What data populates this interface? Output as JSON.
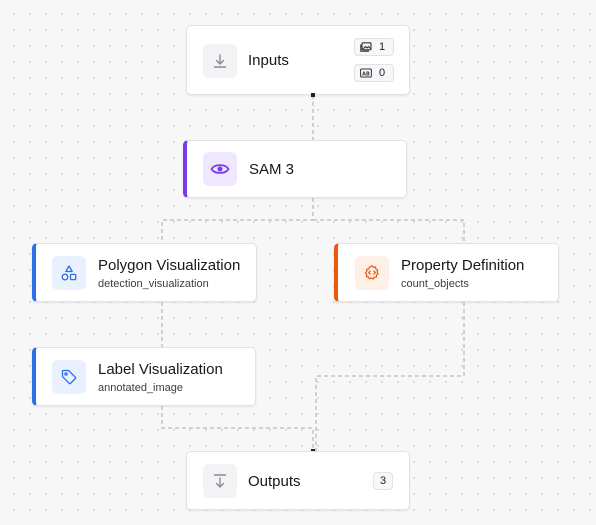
{
  "colors": {
    "edge": "#a8a8b0",
    "sam_accent": "#7c3aed",
    "viz_accent": "#2f6fe4",
    "property_accent": "#ea580c"
  },
  "nodes": {
    "inputs": {
      "title": "Inputs",
      "icon": "download-icon",
      "image_count": "1",
      "text_count": "0"
    },
    "sam": {
      "title": "SAM 3",
      "icon": "eye-icon"
    },
    "polygon": {
      "title": "Polygon Visualization",
      "subtitle": "detection_visualization",
      "icon": "shapes-icon"
    },
    "property": {
      "title": "Property Definition",
      "subtitle": "count_objects",
      "icon": "code-gear-icon"
    },
    "label": {
      "title": "Label Visualization",
      "subtitle": "annotated_image",
      "icon": "tag-icon"
    },
    "outputs": {
      "title": "Outputs",
      "icon": "output-arrow-icon",
      "count": "3"
    }
  }
}
